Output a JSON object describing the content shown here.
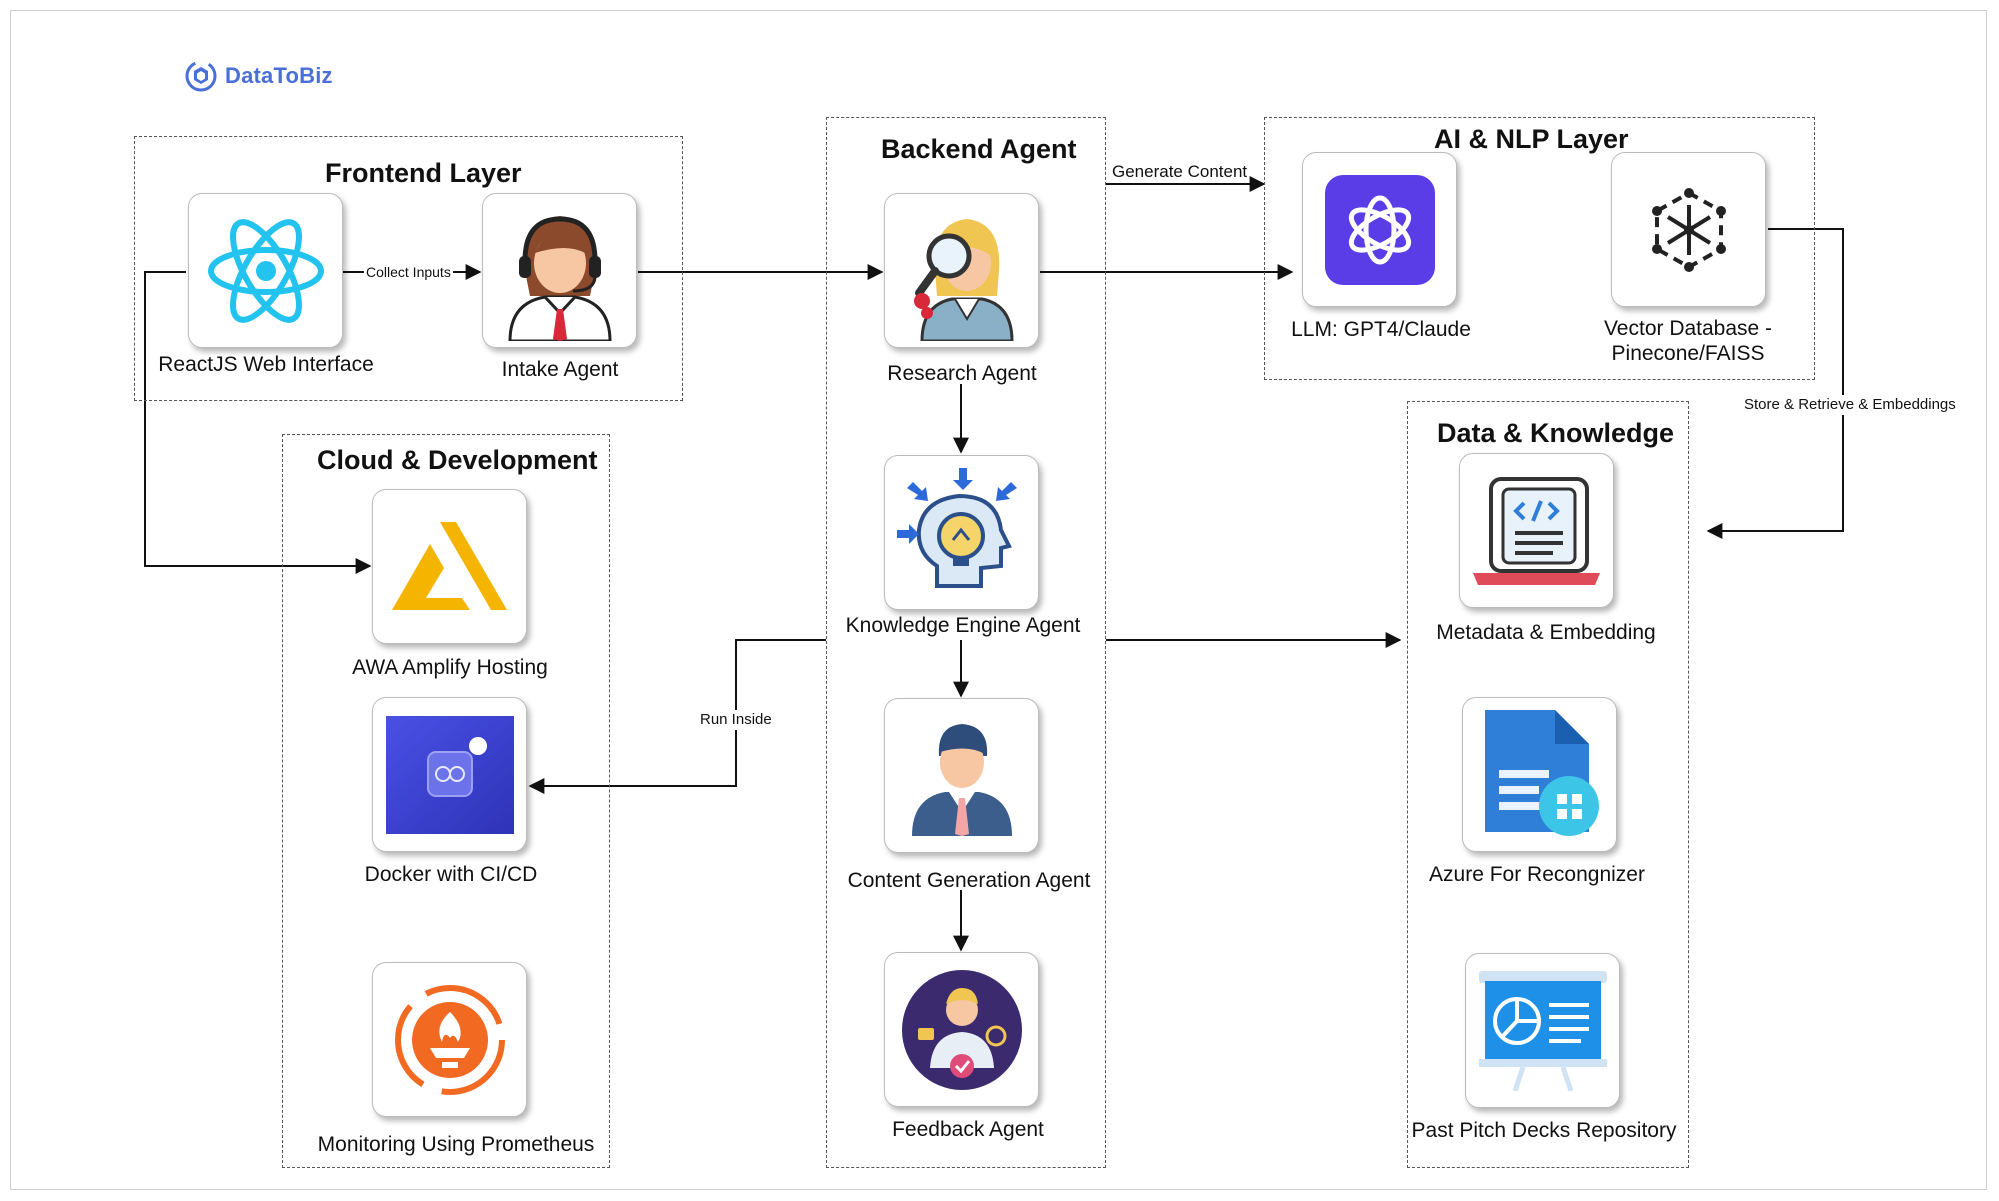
{
  "brand": {
    "name": "DataToBiz",
    "icon": "datatobiz-logo-icon"
  },
  "groups": {
    "frontend": "Frontend  Layer",
    "backend": "Backend Agent",
    "ai_nlp": "AI & NLP Layer",
    "cloud": "Cloud & Development",
    "data": "Data & Knowledge"
  },
  "nodes": {
    "reactjs": {
      "label": "ReactJS Web Interface",
      "icon": "react-icon"
    },
    "intake": {
      "label": "Intake Agent",
      "icon": "support-agent-icon"
    },
    "research": {
      "label": "Research Agent",
      "icon": "researcher-icon"
    },
    "knowledge": {
      "label": "Knowledge Engine Agent",
      "icon": "brain-lightbulb-icon"
    },
    "content": {
      "label": "Content Generation Agent",
      "icon": "businessman-icon"
    },
    "feedback": {
      "label": "Feedback Agent",
      "icon": "feedback-icon"
    },
    "llm": {
      "label": "LLM: GPT4/Claude",
      "icon": "openai-icon"
    },
    "vector_db_line1": "Vector Database -",
    "vector_db_line2": "Pinecone/FAISS",
    "vector_db_icon": "vector-network-icon",
    "amplify": {
      "label": "AWA Amplify Hosting",
      "icon": "aws-amplify-icon"
    },
    "docker": {
      "label": "Docker with CI/CD",
      "icon": "docker-icon"
    },
    "prometheus": {
      "label": "Monitoring Using  Prometheus",
      "icon": "prometheus-icon"
    },
    "metadata": {
      "label": "Metadata & Embedding",
      "icon": "code-laptop-icon"
    },
    "azure": {
      "label": "Azure For Recongnizer",
      "icon": "azure-form-recognizer-icon"
    },
    "pitch": {
      "label": "Past Pitch Decks Repository",
      "icon": "presentation-board-icon"
    }
  },
  "edges": {
    "collect_inputs": "Collect Inputs",
    "generate_content": "Generate Content",
    "run_inside": "Run Inside",
    "store_retrieve": "Store & Retrieve & Embeddings"
  },
  "colors": {
    "react": "#22c3ee",
    "openai": "#5a3de6",
    "amplify": "#f5b400",
    "docker_bg": "#3d43d8",
    "prometheus": "#f26a22",
    "azure": "#2f7fd8",
    "slide": "#1e90e8",
    "logo": "#4a6fd8"
  }
}
